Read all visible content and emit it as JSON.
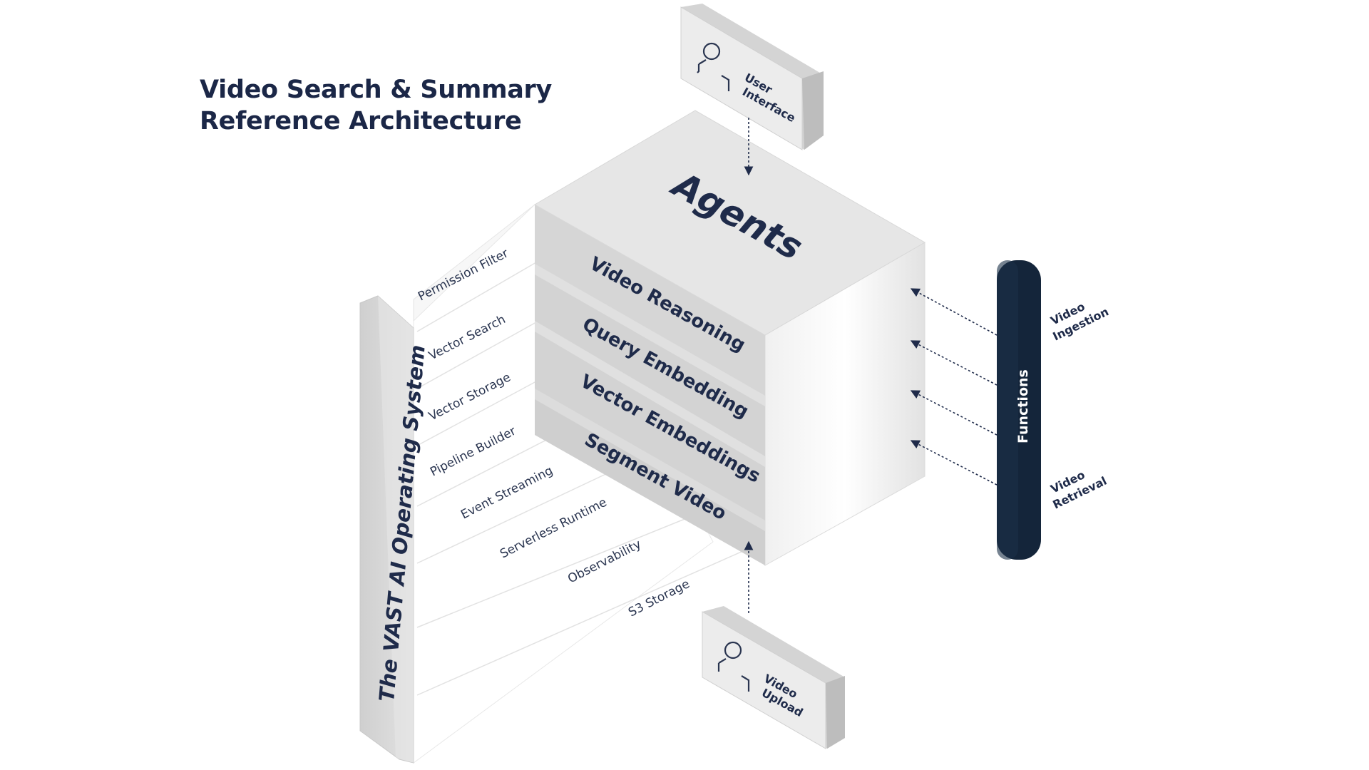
{
  "title": {
    "line1": "Video Search & Summary",
    "line2": "Reference Architecture"
  },
  "platform": {
    "label": "The VAST AI Operating System",
    "services": [
      "Permission Filter",
      "Vector Search",
      "Vector Storage",
      "Pipeline Builder",
      "Event Streaming",
      "Serverless Runtime",
      "Observability",
      "S3 Storage"
    ]
  },
  "stack": {
    "top_label": "Agents",
    "layers": [
      "Video Reasoning",
      "Query Embedding",
      "Vector Embeddings",
      "Segment Video"
    ]
  },
  "user_interface": {
    "line1": "User",
    "line2": "Interface",
    "icon": "person-icon"
  },
  "video_upload": {
    "line1": "Video",
    "line2": "Upload",
    "icon": "person-icon"
  },
  "functions": {
    "label": "Functions",
    "ingestion": {
      "line1": "Video",
      "line2": "Ingestion"
    },
    "retrieval": {
      "line1": "Video",
      "line2": "Retrieval"
    }
  },
  "colors": {
    "title": "#1b2747",
    "text": "#1f2b4a",
    "functions_bar": "#14253a",
    "box_top": "#e4e4e4",
    "box_side": "#f4f4f4",
    "layer": "#d6d6d6"
  }
}
